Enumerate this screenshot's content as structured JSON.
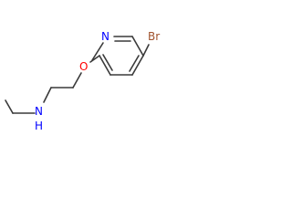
{
  "molecule": {
    "atoms": {
      "bromine": "Br",
      "ring_nitrogen": "N",
      "ether_oxygen": "O",
      "amine_nitrogen": "N",
      "amine_hydrogen": "H"
    },
    "colors": {
      "bond": "#3a3a3a",
      "bromine": "#a0522d",
      "nitrogen": "#0000ff",
      "oxygen": "#ff0000"
    }
  }
}
